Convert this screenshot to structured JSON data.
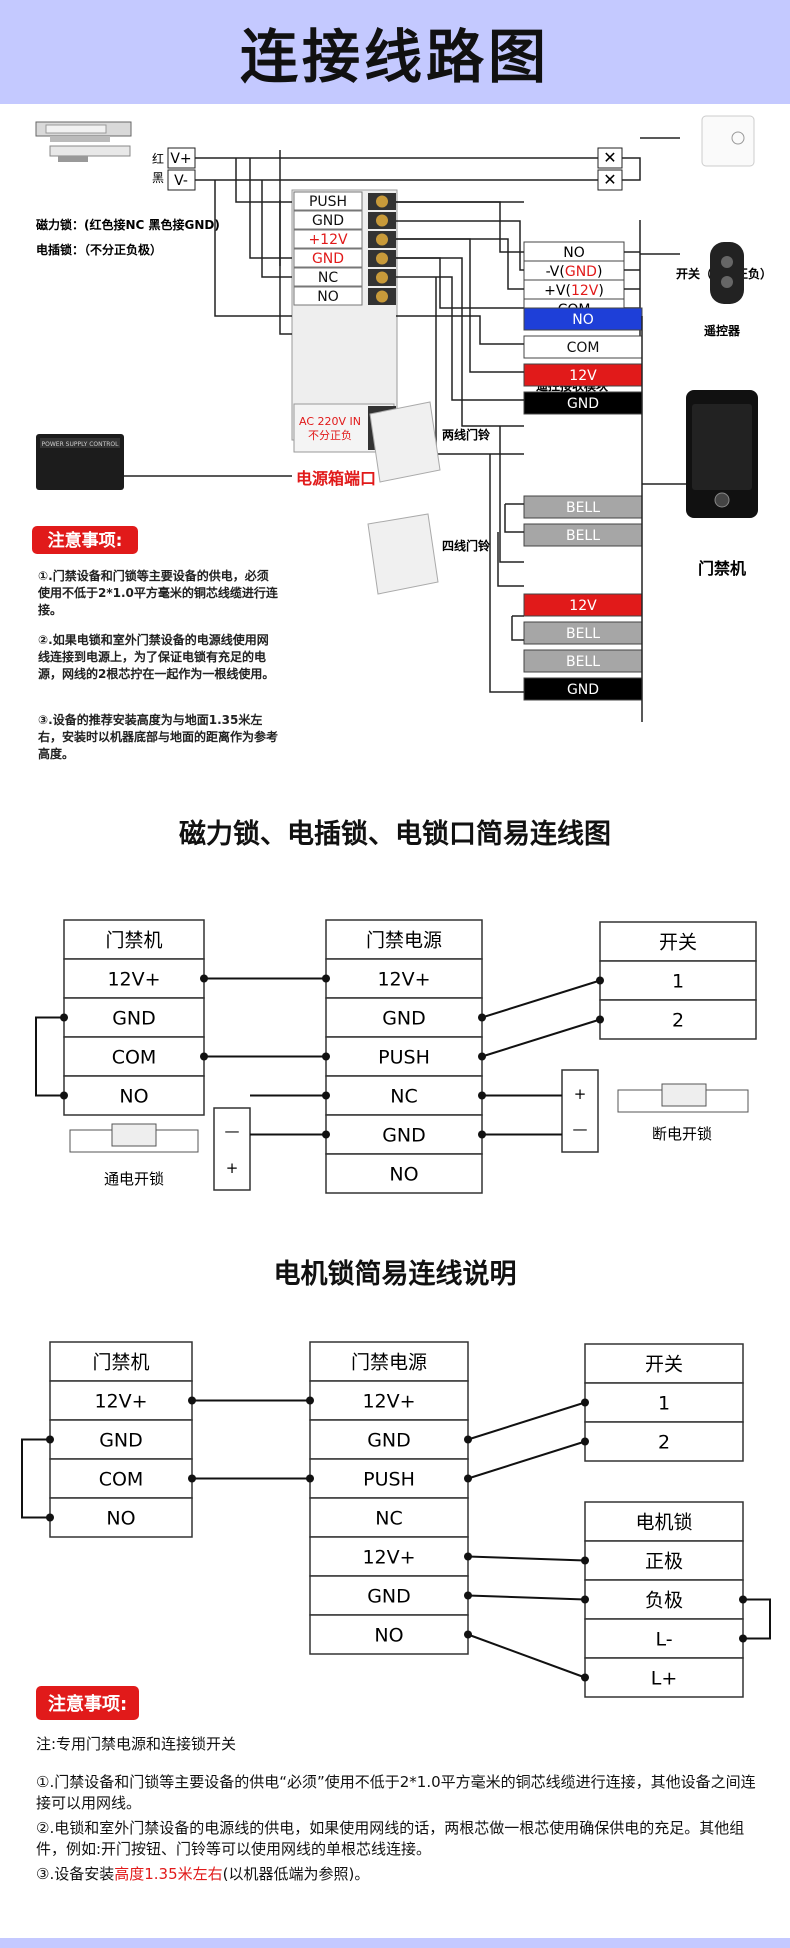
{
  "header": {
    "title": "连接线路图"
  },
  "top": {
    "lock_wires": {
      "red_label": "红",
      "black_label": "黑",
      "v_plus": "V+",
      "v_minus": "V-"
    },
    "lock_note_1": "磁力锁：(红色接NC 黑色接GND)",
    "lock_note_2": "电插锁：（不分正负极）",
    "terminal_rows": [
      "PUSH",
      "GND",
      "+12V",
      "GND",
      "NC",
      "NO"
    ],
    "ac_label": "AC 220V IN\n不分正负",
    "power_port_label": "电源箱端口",
    "switch_label": "开关（不分正负）",
    "remote_rows": [
      "NO",
      "-V(GND)",
      "+V(12V)",
      "COM"
    ],
    "remote_module_label": "遥控接收模块",
    "remote_label": "遥控器",
    "terminal_blocks": [
      {
        "label": "NO",
        "color": "#1e3fd8"
      },
      {
        "label": "COM",
        "color": "#ffffff"
      },
      {
        "label": "12V",
        "color": "#e11a1a"
      },
      {
        "label": "GND",
        "color": "#000000"
      },
      {
        "label": "BELL",
        "color": "#a6a6a6"
      },
      {
        "label": "BELL",
        "color": "#a6a6a6"
      },
      {
        "label": "12V",
        "color": "#e11a1a"
      },
      {
        "label": "BELL",
        "color": "#a6a6a6"
      },
      {
        "label": "BELL",
        "color": "#a6a6a6"
      },
      {
        "label": "GND",
        "color": "#000000"
      }
    ],
    "two_wire_bell": "两线门铃",
    "four_wire_bell": "四线门铃",
    "access_label": "门禁机",
    "notice_label": "注意事项:",
    "notes": [
      "①.门禁设备和门锁等主要设备的供电，必须使用不低于2*1.0平方毫米的铜芯线缆进行连接。",
      "②.如果电锁和室外门禁设备的电源线使用网线连接到电源上，为了保证电锁有充足的电源，网线的2根芯拧在一起作为一根线使用。",
      "③.设备的推荐安装高度为与地面1.35米左右，安装时以机器底部与地面的距离作为参考高度。"
    ]
  },
  "section2": {
    "title": "磁力锁、电插锁、电锁口简易连线图",
    "access_header": "门禁机",
    "access_rows": [
      "12V+",
      "GND",
      "COM",
      "NO"
    ],
    "power_header": "门禁电源",
    "power_rows": [
      "12V+",
      "GND",
      "PUSH",
      "NC",
      "GND",
      "NO"
    ],
    "switch_header": "开关",
    "switch_rows": [
      "1",
      "2"
    ],
    "plus": "+",
    "minus": "—",
    "power_on_unlock": "通电开锁",
    "power_off_unlock": "断电开锁"
  },
  "section3": {
    "title": "电机锁简易连线说明",
    "access_header": "门禁机",
    "access_rows": [
      "12V+",
      "GND",
      "COM",
      "NO"
    ],
    "power_header": "门禁电源",
    "power_rows": [
      "12V+",
      "GND",
      "PUSH",
      "NC",
      "12V+",
      "GND",
      "NO"
    ],
    "switch_header": "开关",
    "switch_rows": [
      "1",
      "2"
    ],
    "motor_header": "电机锁",
    "motor_rows": [
      "正极",
      "负极",
      "L-",
      "L+"
    ]
  },
  "bottom_notes": {
    "badge": "注意事项:",
    "intro": "注:专用门禁电源和连接锁开关",
    "n1": "①.门禁设备和门锁等主要设备的供电“必须”使用不低于2*1.0平方毫米的铜芯线缆进行连接，其他设备之间连接可以用网线。",
    "n2": "②.电锁和室外门禁设备的电源线的供电，如果使用网线的话，两根芯做一根芯使用确保供电的充足。其他组件，例如:开门按钮、门铃等可以使用网线的单根芯线连接。",
    "n3_a": "③.设备安装",
    "n3_b": "高度1.35米左右",
    "n3_c": "(以机器低端为参照)。"
  }
}
